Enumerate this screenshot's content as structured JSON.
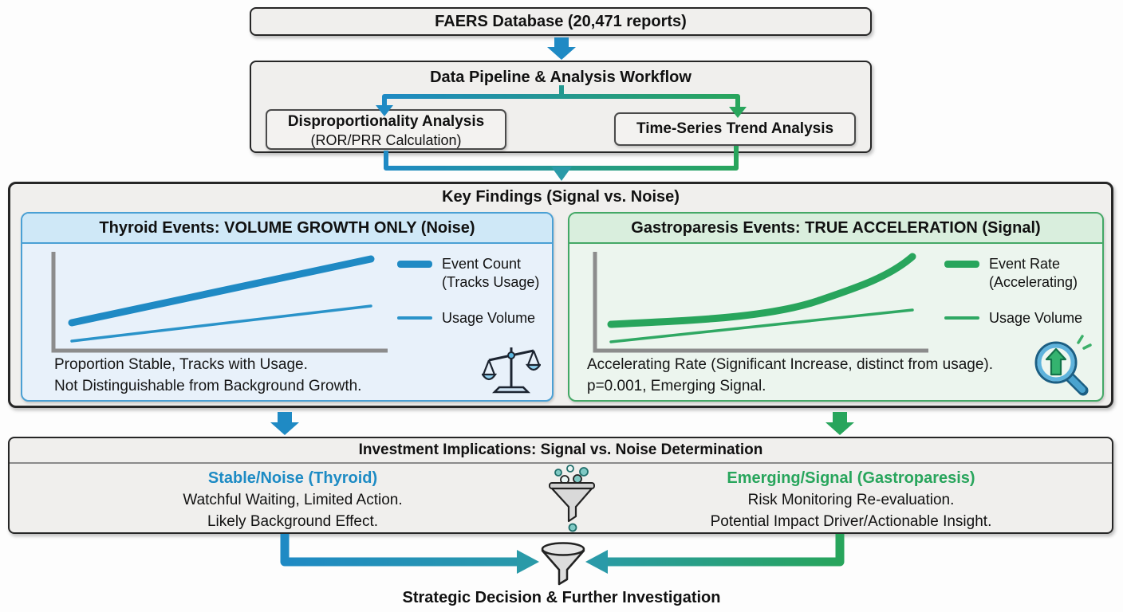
{
  "colors": {
    "blue": "#1f8ac4",
    "blue_thin": "#2a93c9",
    "green": "#28a55c",
    "green_thin": "#2fa863",
    "teal": "#2a9aa8",
    "panel_blue_border": "#4aa0d4",
    "panel_blue_header": "#cfe8f7",
    "panel_blue_body": "#e8f1fa",
    "panel_green_border": "#44a866",
    "panel_green_header": "#d9eedd",
    "panel_green_body": "#ecf5ee",
    "box_bg": "#f0efed",
    "axis_gray": "#8c8c8c"
  },
  "top": {
    "faers_label": "FAERS Database (20,471 reports)"
  },
  "pipeline": {
    "title": "Data Pipeline & Analysis Workflow",
    "left_box": {
      "line1": "Disproportionality Analysis",
      "line2": "(ROR/PRR Calculation)"
    },
    "right_box": {
      "label": "Time-Series Trend Analysis"
    }
  },
  "key_findings": {
    "title": "Key Findings (Signal vs. Noise)",
    "left": {
      "header": "Thyroid Events: VOLUME GROWTH ONLY (Noise)",
      "legend": [
        {
          "label1": "Event Count",
          "label2": "(Tracks Usage)"
        },
        {
          "label1": "Usage Volume",
          "label2": ""
        }
      ],
      "caption1": "Proportion Stable, Tracks with Usage.",
      "caption2": "Not Distinguishable from Background Growth.",
      "icon": "balance-scale-icon"
    },
    "right": {
      "header": "Gastroparesis Events: TRUE ACCELERATION (Signal)",
      "legend": [
        {
          "label1": "Event Rate",
          "label2": "(Accelerating)"
        },
        {
          "label1": "Usage Volume",
          "label2": ""
        }
      ],
      "caption1": "Accelerating Rate (Significant Increase, distinct from usage).",
      "caption2": "p=0.001, Emerging Signal.",
      "icon": "magnifier-growth-icon"
    }
  },
  "implications": {
    "title": "Investment Implications: Signal vs. Noise Determination",
    "left": {
      "title": "Stable/Noise (Thyroid)",
      "line1": "Watchful Waiting, Limited Action.",
      "line2": "Likely Background Effect."
    },
    "right": {
      "title": "Emerging/Signal (Gastroparesis)",
      "line1": "Risk Monitoring Re-evaluation.",
      "line2": "Potential Impact Driver/Actionable Insight."
    }
  },
  "footer": {
    "title": "Strategic Decision & Further Investigation"
  },
  "chart_data": [
    {
      "type": "line",
      "title": "Thyroid Events: VOLUME GROWTH ONLY (Noise)",
      "xlabel": "",
      "ylabel": "",
      "grid": false,
      "ticks": "none (conceptual trend sketch)",
      "legend_position": "right",
      "series": [
        {
          "name": "Event Count (Tracks Usage)",
          "shape": "linear increasing",
          "style": "thick blue"
        },
        {
          "name": "Usage Volume",
          "shape": "linear increasing (lower, parallel)",
          "style": "thin blue"
        }
      ]
    },
    {
      "type": "line",
      "title": "Gastroparesis Events: TRUE ACCELERATION (Signal)",
      "xlabel": "",
      "ylabel": "",
      "grid": false,
      "ticks": "none (conceptual trend sketch)",
      "legend_position": "right",
      "series": [
        {
          "name": "Event Rate (Accelerating)",
          "shape": "exponential / accelerating upward",
          "style": "thick green"
        },
        {
          "name": "Usage Volume",
          "shape": "linear increasing (lower)",
          "style": "thin green"
        }
      ]
    }
  ]
}
